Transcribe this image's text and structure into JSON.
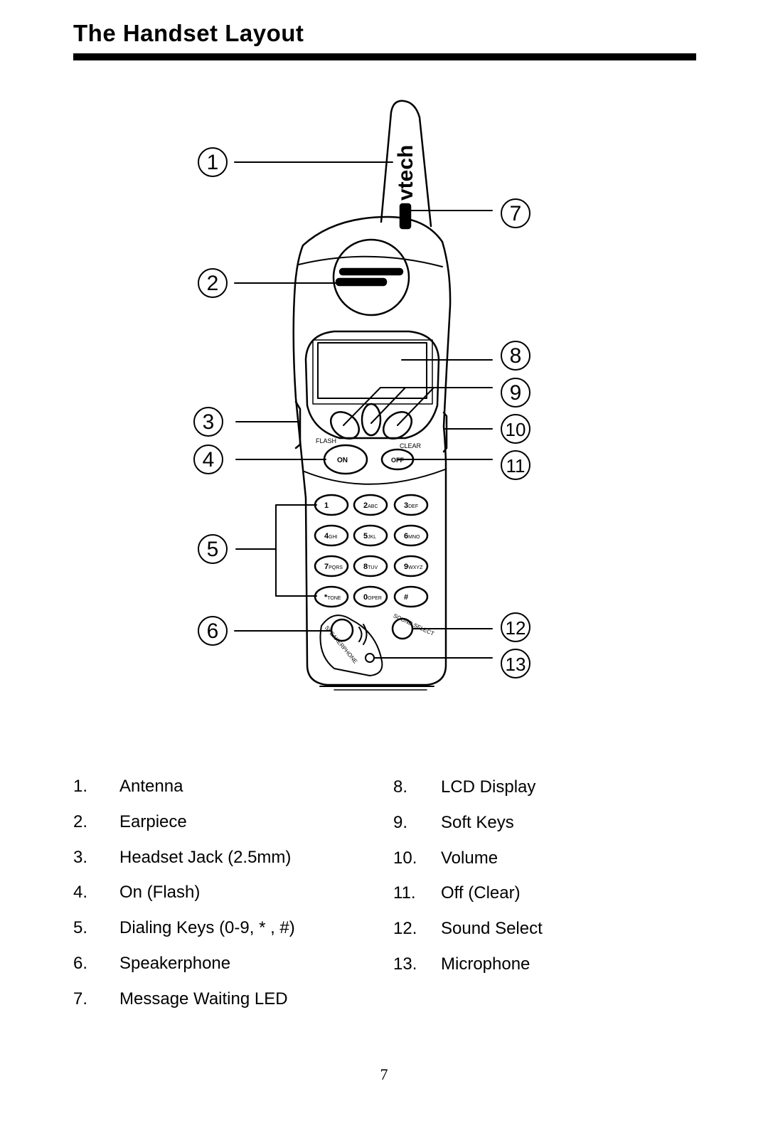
{
  "page": {
    "title": "The Handset Layout",
    "page_number": "7"
  },
  "handset": {
    "brand": "vtech",
    "labels": {
      "flash": "FLASH",
      "clear": "CLEAR",
      "on": "ON",
      "off": "OFF",
      "sound_select": "SOUND SELECT",
      "speakerphone": "SPEAKERPHONE"
    },
    "keys": [
      {
        "digit": "1",
        "letters": ""
      },
      {
        "digit": "2",
        "letters": "ABC"
      },
      {
        "digit": "3",
        "letters": "DEF"
      },
      {
        "digit": "4",
        "letters": "GHI"
      },
      {
        "digit": "5",
        "letters": "JKL"
      },
      {
        "digit": "6",
        "letters": "MNO"
      },
      {
        "digit": "7",
        "letters": "PQRS"
      },
      {
        "digit": "8",
        "letters": "TUV"
      },
      {
        "digit": "9",
        "letters": "WXYZ"
      },
      {
        "digit": "*",
        "letters": "TONE"
      },
      {
        "digit": "0",
        "letters": "OPER"
      },
      {
        "digit": "#",
        "letters": ""
      }
    ],
    "callouts": [
      "1",
      "2",
      "3",
      "4",
      "5",
      "6",
      "7",
      "8",
      "9",
      "10",
      "11",
      "12",
      "13"
    ]
  },
  "legend": {
    "left": [
      {
        "num": "1.",
        "label": "Antenna"
      },
      {
        "num": "2.",
        "label": "Earpiece"
      },
      {
        "num": "3.",
        "label": "Headset Jack (2.5mm)"
      },
      {
        "num": "4.",
        "label": "On (Flash)"
      },
      {
        "num": "5.",
        "label": "Dialing Keys (0-9, * , #)"
      },
      {
        "num": "6.",
        "label": "Speakerphone"
      },
      {
        "num": "7.",
        "label": "Message Waiting LED"
      }
    ],
    "right": [
      {
        "num": "8.",
        "label": "LCD Display"
      },
      {
        "num": "9.",
        "label": "Soft Keys"
      },
      {
        "num": "10.",
        "label": "Volume"
      },
      {
        "num": "11.",
        "label": "Off (Clear)"
      },
      {
        "num": "12.",
        "label": "Sound Select"
      },
      {
        "num": "13.",
        "label": "Microphone"
      }
    ]
  }
}
